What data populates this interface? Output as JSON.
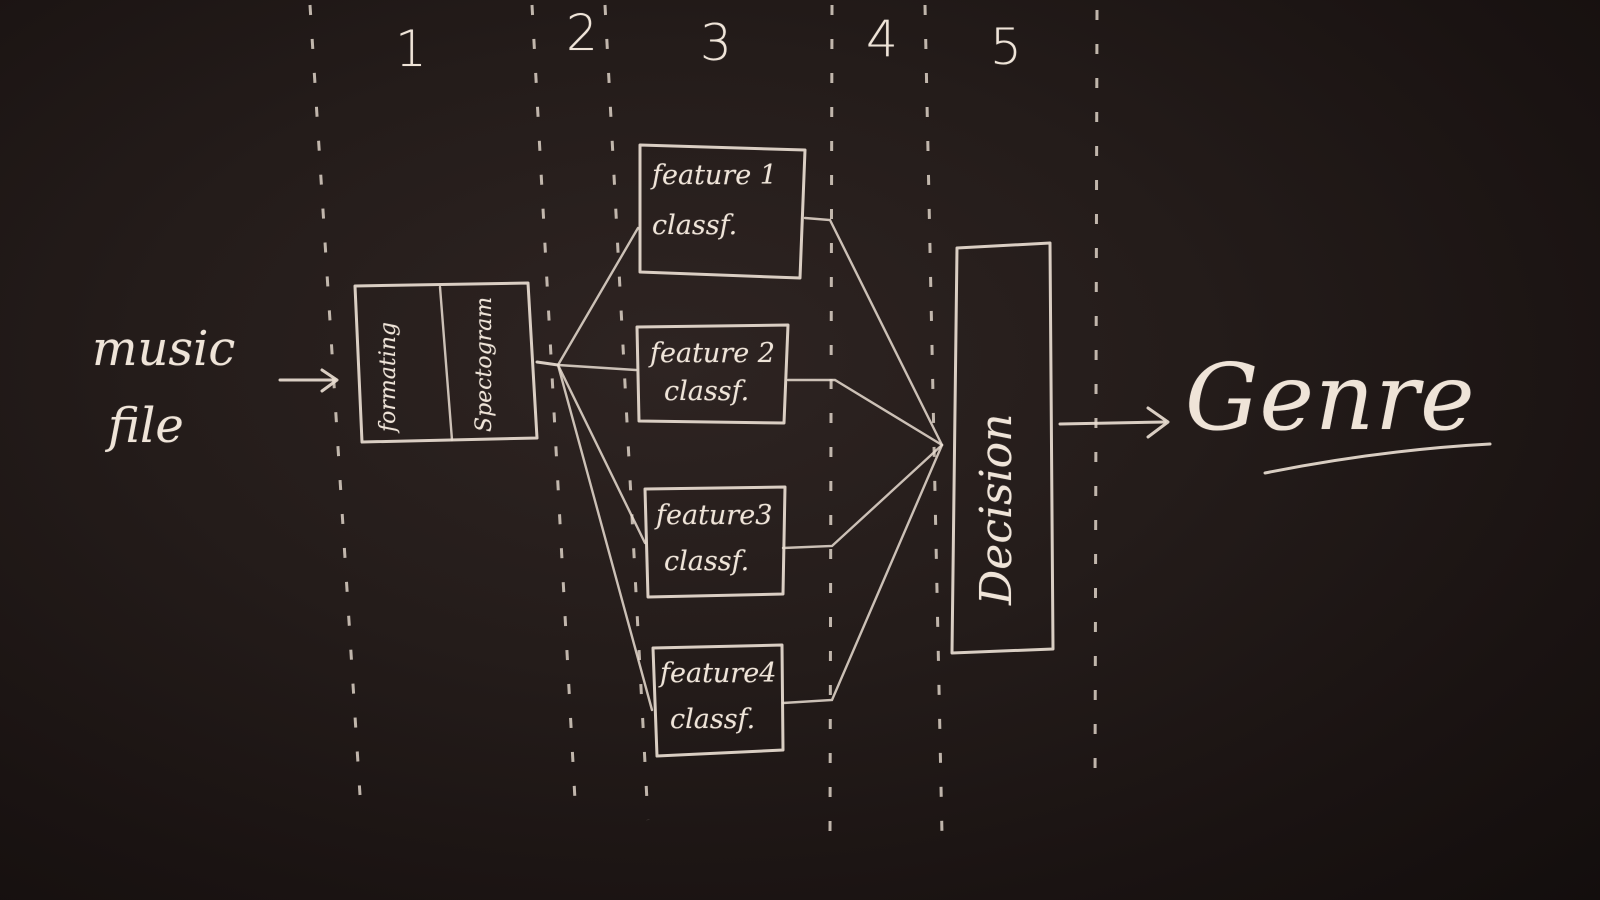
{
  "stages": [
    "1",
    "2",
    "3",
    "4",
    "5"
  ],
  "input_label_line1": "music",
  "input_label_line2": "file",
  "preprocess": {
    "left": "formating",
    "right": "Spectogram"
  },
  "classifiers": [
    {
      "line1": "feature 1",
      "line2": "classf."
    },
    {
      "line1": "feature 2",
      "line2": "classf."
    },
    {
      "line1": "feature3",
      "line2": "classf."
    },
    {
      "line1": "feature4",
      "line2": "classf."
    }
  ],
  "decision_label": "Decision",
  "output_label": "Genre"
}
